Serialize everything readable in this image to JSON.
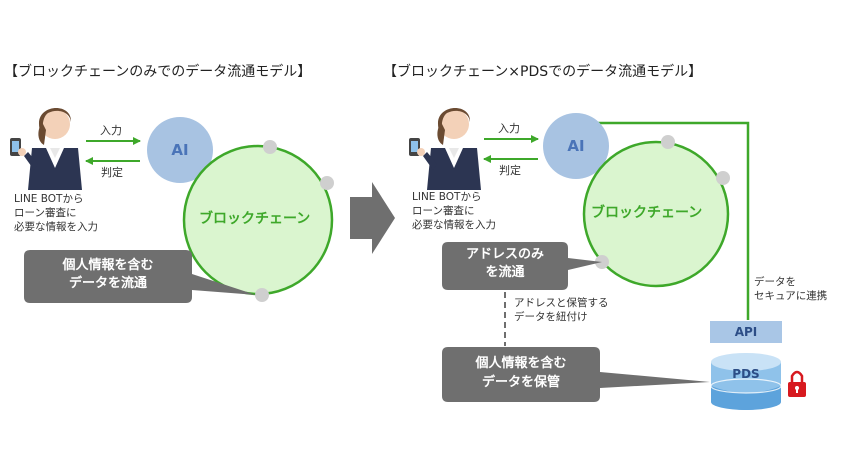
{
  "left": {
    "title": "【ブロックチェーンのみでのデータ流通モデル】",
    "input_label": "入力",
    "judge_label": "判定",
    "ai_label": "AI",
    "blockchain_label": "ブロックチェーン",
    "user_caption": [
      "LINE BOTから",
      "ローン審査に",
      "必要な情報を入力"
    ],
    "callout": [
      "個人情報を含む",
      "データを流通"
    ]
  },
  "right": {
    "title": "【ブロックチェーン×PDSでのデータ流通モデル】",
    "input_label": "入力",
    "judge_label": "判定",
    "ai_label": "AI",
    "blockchain_label": "ブロックチェーン",
    "user_caption": [
      "LINE BOTから",
      "ローン審査に",
      "必要な情報を入力"
    ],
    "callout_address": [
      "アドレスのみ",
      "を流通"
    ],
    "link_note": [
      "アドレスと保管する",
      "データを紐付け"
    ],
    "callout_store": [
      "個人情報を含む",
      "データを保管"
    ],
    "secure_note": [
      "データを",
      "セキュアに連携"
    ],
    "api_label": "API",
    "pds_label": "PDS"
  },
  "colors": {
    "green": "#3ea82a",
    "light_green": "#daf5cf",
    "ai_blue": "#a8c3e2",
    "gray_box": "#6f6f6f",
    "arrow_gray": "#6f6f6f",
    "node_gray": "#cfcfcf",
    "lock_red": "#d7191f",
    "api_fill": "#a9c6e6",
    "pds_fill": "#7fb7e3"
  },
  "icons": [
    "businesswoman-with-phone-icon",
    "right-arrow-icon",
    "database-icon",
    "lock-icon"
  ]
}
